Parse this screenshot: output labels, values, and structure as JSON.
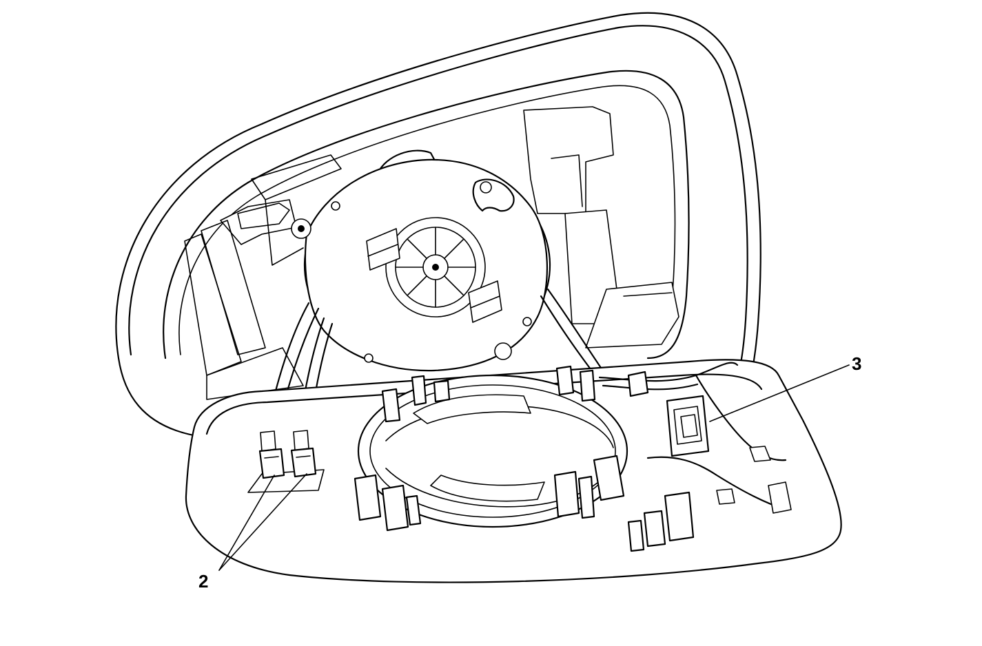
{
  "diagram": {
    "callouts": [
      {
        "id": "callout-2",
        "label": "2"
      },
      {
        "id": "callout-3",
        "label": "3"
      }
    ]
  }
}
